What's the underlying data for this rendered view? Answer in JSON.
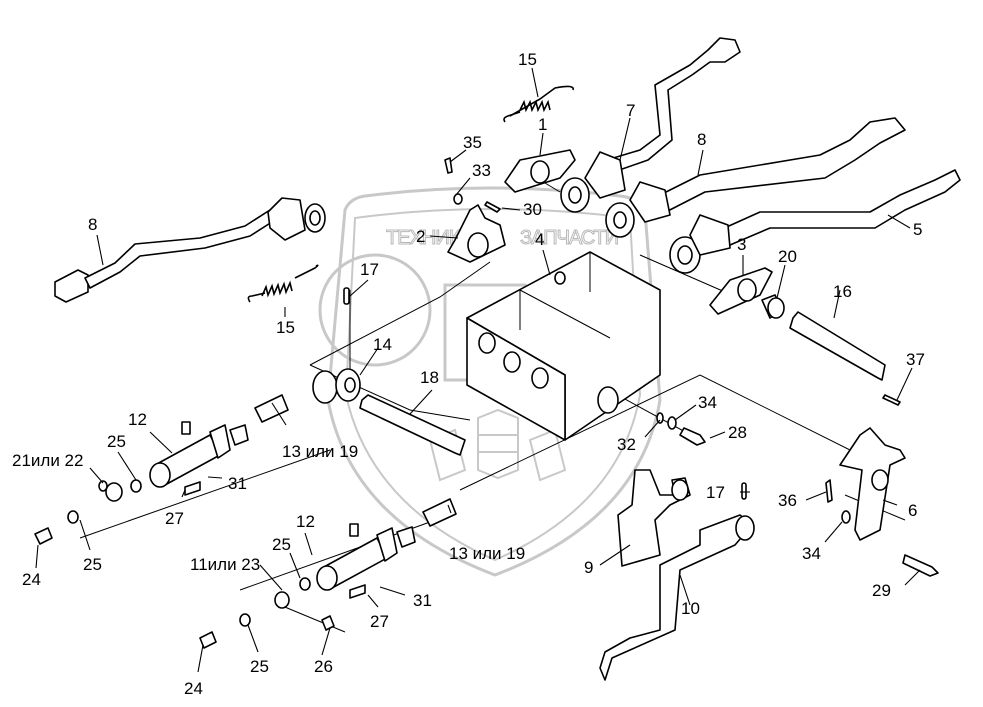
{
  "diagram": {
    "type": "exploded-parts-view",
    "watermark": {
      "left_text": "ТЕХНИКА",
      "right_text": "ЗАПЧАСТИ",
      "logo_letters": "эпф",
      "color": "#c8c8c8"
    },
    "callouts": [
      {
        "id": "c15a",
        "text": "15"
      },
      {
        "id": "c35",
        "text": "35"
      },
      {
        "id": "c1",
        "text": "1"
      },
      {
        "id": "c7",
        "text": "7"
      },
      {
        "id": "c33",
        "text": "33"
      },
      {
        "id": "c8a",
        "text": "8"
      },
      {
        "id": "c30",
        "text": "30"
      },
      {
        "id": "c8b",
        "text": "8"
      },
      {
        "id": "c2",
        "text": "2"
      },
      {
        "id": "c4",
        "text": "4"
      },
      {
        "id": "c5",
        "text": "5"
      },
      {
        "id": "c3",
        "text": "3"
      },
      {
        "id": "c20",
        "text": "20"
      },
      {
        "id": "c17a",
        "text": "17"
      },
      {
        "id": "c16",
        "text": "16"
      },
      {
        "id": "c15b",
        "text": "15"
      },
      {
        "id": "c14",
        "text": "14"
      },
      {
        "id": "c37",
        "text": "37"
      },
      {
        "id": "c18",
        "text": "18"
      },
      {
        "id": "c12a",
        "text": "12"
      },
      {
        "id": "c34a",
        "text": "34"
      },
      {
        "id": "c25a",
        "text": "25"
      },
      {
        "id": "c32",
        "text": "32"
      },
      {
        "id": "c28",
        "text": "28"
      },
      {
        "id": "c13a",
        "text": "13 или 19"
      },
      {
        "id": "c21",
        "text": "21или 22"
      },
      {
        "id": "c31a",
        "text": "31"
      },
      {
        "id": "c27a",
        "text": "27"
      },
      {
        "id": "c17b",
        "text": "17"
      },
      {
        "id": "c36",
        "text": "36"
      },
      {
        "id": "c6",
        "text": "6"
      },
      {
        "id": "c24a",
        "text": "24"
      },
      {
        "id": "c25b",
        "text": "25"
      },
      {
        "id": "c12b",
        "text": "12"
      },
      {
        "id": "c13b",
        "text": "13 или 19"
      },
      {
        "id": "c34b",
        "text": "34"
      },
      {
        "id": "c9",
        "text": "9"
      },
      {
        "id": "c25c",
        "text": "25"
      },
      {
        "id": "c11",
        "text": "11или 23"
      },
      {
        "id": "c31b",
        "text": "31"
      },
      {
        "id": "c29",
        "text": "29"
      },
      {
        "id": "c10",
        "text": "10"
      },
      {
        "id": "c27b",
        "text": "27"
      },
      {
        "id": "c25d",
        "text": "25"
      },
      {
        "id": "c26",
        "text": "26"
      },
      {
        "id": "c24b",
        "text": "24"
      }
    ]
  }
}
